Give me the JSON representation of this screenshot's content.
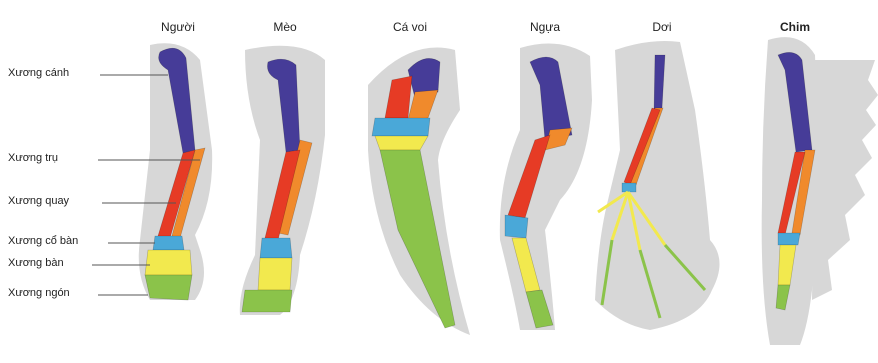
{
  "title": "",
  "animals": [
    "Người",
    "Mèo",
    "Cá voi",
    "Ngựa",
    "Dơi",
    "Chim"
  ],
  "bone_labels": {
    "humerus": "Xương cánh",
    "ulna": "Xương trụ",
    "radius": "Xương quay",
    "carpals": "Xương cổ bàn",
    "metacarpals": "Xương bàn",
    "phalanges": "Xương ngón"
  },
  "colors": {
    "humerus": "#463c98",
    "ulna": "#f08a2c",
    "radius": "#e63b25",
    "carpals": "#4aa8d8",
    "metacarpals": "#f2e94e",
    "phalanges": "#8bc34a",
    "silhouette": "#d7d7d7",
    "leader_line": "#555555"
  }
}
